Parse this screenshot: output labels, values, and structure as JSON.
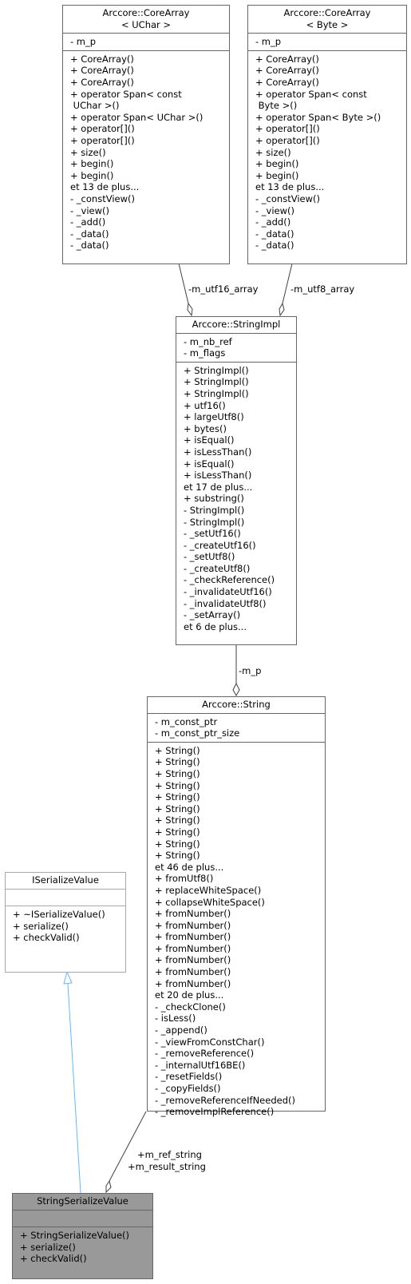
{
  "classes": {
    "corearray_uchar": {
      "title": [
        "Arccore::CoreArray",
        "< UChar >"
      ],
      "attributes": [
        "- m_p"
      ],
      "methods": [
        "+ CoreArray()",
        "+ CoreArray()",
        "+ CoreArray()",
        "+ operator Span< const",
        " UChar >()",
        "+ operator Span< UChar >()",
        "+ operator[]()",
        "+ operator[]()",
        "+ size()",
        "+ begin()",
        "+ begin()",
        "et 13 de plus...",
        "- _constView()",
        "- _view()",
        "- _add()",
        "- _data()",
        "- _data()"
      ]
    },
    "corearray_byte": {
      "title": [
        "Arccore::CoreArray",
        "< Byte >"
      ],
      "attributes": [
        "- m_p"
      ],
      "methods": [
        "+ CoreArray()",
        "+ CoreArray()",
        "+ CoreArray()",
        "+ operator Span< const",
        " Byte >()",
        "+ operator Span< Byte >()",
        "+ operator[]()",
        "+ operator[]()",
        "+ size()",
        "+ begin()",
        "+ begin()",
        "et 13 de plus...",
        "- _constView()",
        "- _view()",
        "- _add()",
        "- _data()",
        "- _data()"
      ]
    },
    "stringimpl": {
      "title": [
        "Arccore::StringImpl"
      ],
      "attributes": [
        "- m_nb_ref",
        "- m_flags"
      ],
      "methods": [
        "+ StringImpl()",
        "+ StringImpl()",
        "+ StringImpl()",
        "+ utf16()",
        "+ largeUtf8()",
        "+ bytes()",
        "+ isEqual()",
        "+ isLessThan()",
        "+ isEqual()",
        "+ isLessThan()",
        "et 17 de plus...",
        "+ substring()",
        "- StringImpl()",
        "- StringImpl()",
        "- _setUtf16()",
        "- _createUtf16()",
        "- _setUtf8()",
        "- _createUtf8()",
        "- _checkReference()",
        "- _invalidateUtf16()",
        "- _invalidateUtf8()",
        "- _setArray()",
        "et 6 de plus..."
      ]
    },
    "string": {
      "title": [
        "Arccore::String"
      ],
      "attributes": [
        "- m_const_ptr",
        "- m_const_ptr_size"
      ],
      "methods": [
        "+ String()",
        "+ String()",
        "+ String()",
        "+ String()",
        "+ String()",
        "+ String()",
        "+ String()",
        "+ String()",
        "+ String()",
        "+ String()",
        "et 46 de plus...",
        "+ fromUtf8()",
        "+ replaceWhiteSpace()",
        "+ collapseWhiteSpace()",
        "+ fromNumber()",
        "+ fromNumber()",
        "+ fromNumber()",
        "+ fromNumber()",
        "+ fromNumber()",
        "+ fromNumber()",
        "+ fromNumber()",
        "et 20 de plus...",
        "- _checkClone()",
        "- isLess()",
        "- _append()",
        "- _viewFromConstChar()",
        "- _removeReference()",
        "- _internalUtf16BE()",
        "- _resetFields()",
        "- _copyFields()",
        "- _removeReferenceIfNeeded()",
        "- _removeImplReference()"
      ]
    },
    "iserializevalue": {
      "title": [
        "ISerializeValue"
      ],
      "attributes": [
        ""
      ],
      "methods": [
        "+ ~ISerializeValue()",
        "+ serialize()",
        "+ checkValid()"
      ]
    },
    "stringserializevalue": {
      "title": [
        "StringSerializeValue"
      ],
      "attributes": [
        ""
      ],
      "methods": [
        "+ StringSerializeValue()",
        "+ serialize()",
        "+ checkValid()"
      ]
    }
  },
  "edge_labels": {
    "utf16": "-m_utf16_array",
    "utf8": "-m_utf8_array",
    "m_p": "-m_p",
    "ref_result": [
      "+m_ref_string",
      "+m_result_string"
    ]
  },
  "colors": {
    "border": "#666666",
    "interface_border": "#a8a8a8",
    "highlight_fill": "#999999",
    "inheritance_arrow": "#63b8ff",
    "aggregation_edge": "#404040"
  }
}
